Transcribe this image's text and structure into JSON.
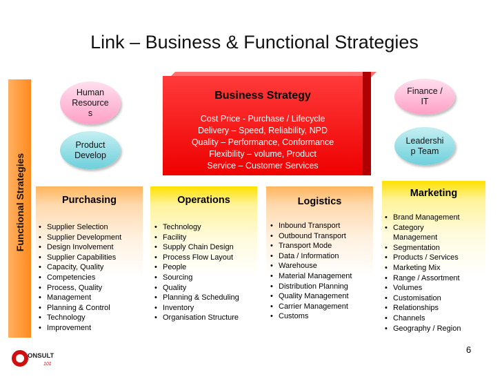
{
  "title": "Link – Business & Functional Strategies",
  "side_label": "Functional Strategies",
  "ovals": {
    "human_resources": [
      "Human",
      "Resource",
      "s"
    ],
    "product_develop": [
      "Product",
      "Develop"
    ],
    "finance_it": [
      "Finance /",
      "IT"
    ],
    "leadership_team": [
      "Leadershi",
      "p Team"
    ]
  },
  "business_strategy": {
    "title": "Business Strategy",
    "lines": [
      "Cost Price -  Purchase / Lifecycle",
      "Delivery – Speed, Reliability, NPD",
      "Quality – Performance,  Conformance",
      "Flexibility – volume, Product",
      "Service – Customer Services"
    ]
  },
  "columns": {
    "purchasing": {
      "title": "Purchasing",
      "items": [
        "Supplier Selection",
        "Supplier Development",
        "Design Involvement",
        "Supplier Capabilities",
        "Capacity, Quality",
        "Competencies",
        "Process, Quality",
        "Management",
        "Planning & Control",
        "Technology",
        "Improvement"
      ]
    },
    "operations": {
      "title": "Operations",
      "items": [
        "Technology",
        "Facility",
        "Supply Chain Design",
        "Process Flow Layout",
        "People",
        "Sourcing",
        "Quality",
        "Planning & Scheduling",
        "Inventory",
        "Organisation Structure"
      ]
    },
    "logistics": {
      "title": "Logistics",
      "items": [
        "Inbound Transport",
        "Outbound Transport",
        "Transport Mode",
        "Data / Information",
        "Warehouse",
        "Material Management",
        "Distribution Planning",
        "Quality Management",
        "Carrier Management",
        "Customs"
      ]
    },
    "marketing": {
      "title": "Marketing",
      "items": [
        "Brand Management",
        "Category",
        "Management",
        "Segmentation",
        "Products / Services",
        "Marketing Mix",
        "Range / Assortment",
        "Volumes",
        "Customisation",
        "Relationships",
        "Channels",
        "Geography / Region"
      ]
    }
  },
  "page_number": "6",
  "logo": {
    "text": "ONSULT",
    "sub": "101"
  },
  "colors": {
    "business": "#ee0000",
    "orange": "#ff9a30",
    "yellow": "#ffe100",
    "pink": "#ffb0d0",
    "teal": "#7fd6e0"
  }
}
